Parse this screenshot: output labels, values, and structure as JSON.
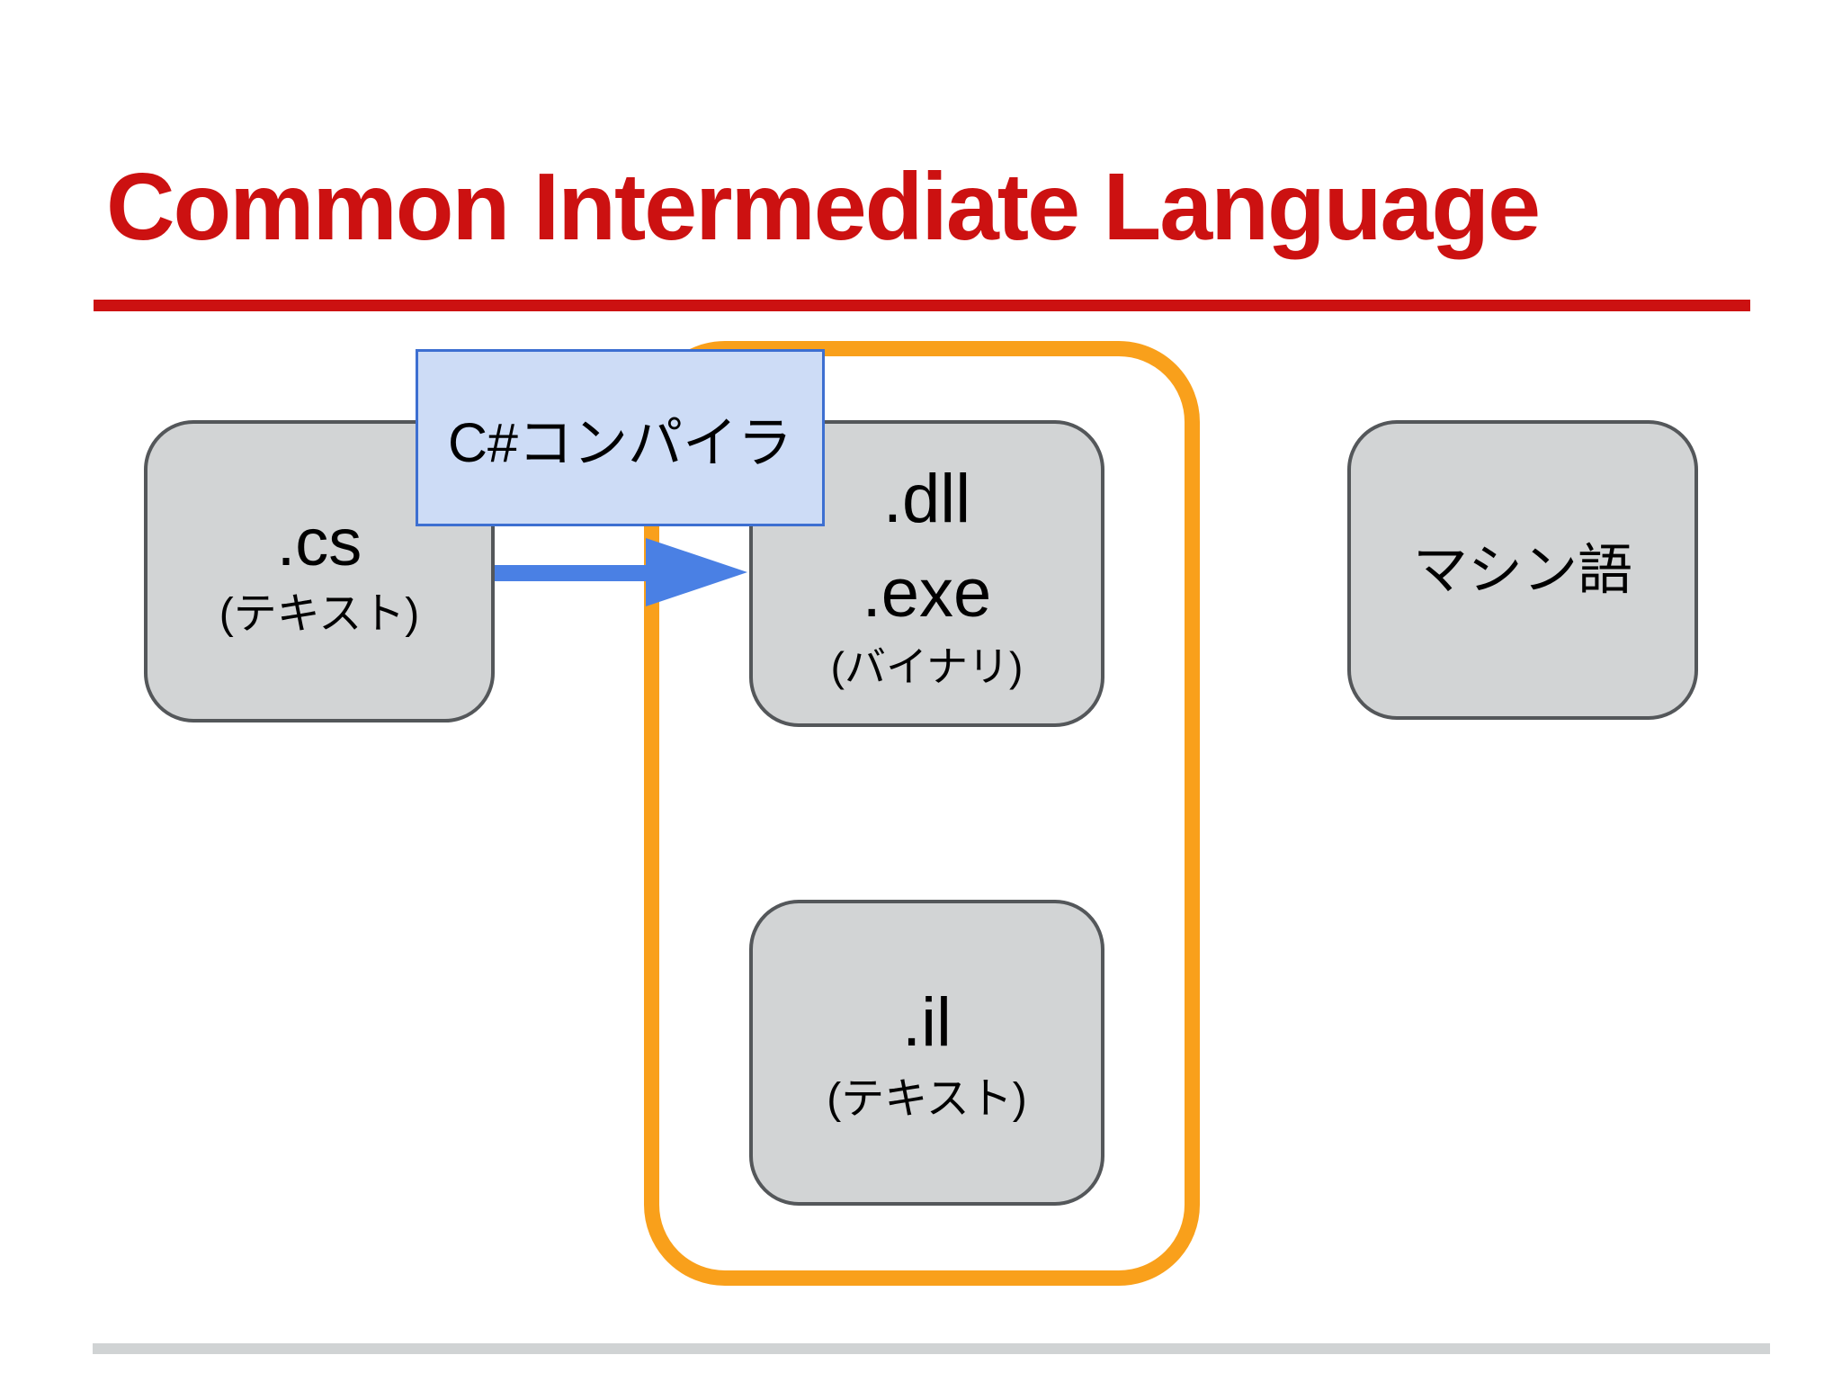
{
  "title": {
    "text": "Common Intermediate Language"
  },
  "nodes": {
    "cs": {
      "label": ".cs",
      "note": "(テキスト)"
    },
    "compiler": {
      "label": "C#コンパイラ"
    },
    "output": {
      "label_line1": ".dll",
      "label_line2": ".exe",
      "note": "(バイナリ)"
    },
    "il": {
      "label": ".il",
      "note": "(テキスト)"
    },
    "machine": {
      "label": "マシン語"
    }
  },
  "colors": {
    "title_red": "#cc1111",
    "divider_red": "#cc1111",
    "node_fill": "#d2d4d5",
    "node_border": "#54575a",
    "cil_group_orange": "#f9a01b",
    "compiler_fill": "#cddcf6",
    "compiler_border": "#3d6fd1",
    "arrow_blue": "#4a80e4",
    "footer_gray": "#d0d3d4",
    "text_black": "#000000",
    "background": "#ffffff"
  }
}
